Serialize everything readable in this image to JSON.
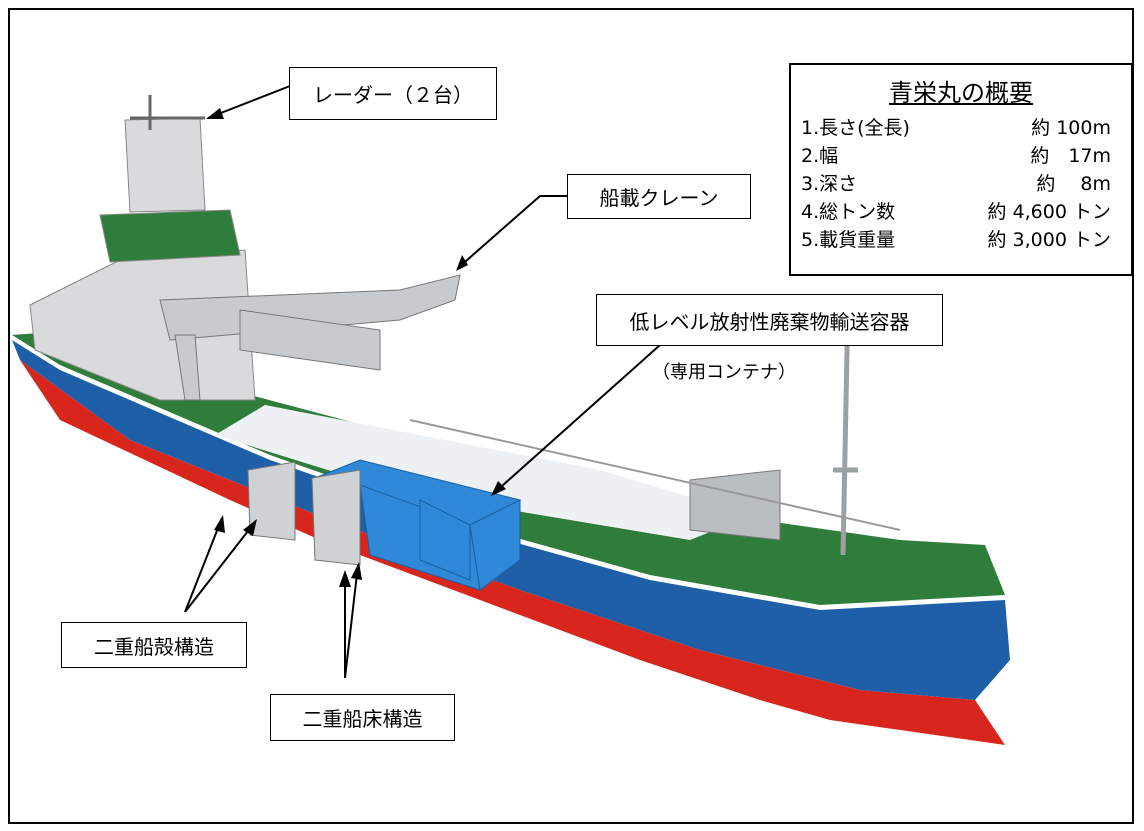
{
  "labels": {
    "radar": "レーダー（２台）",
    "crane": "船載クレーン",
    "container_main": "低レベル放射性廃棄物輸送容器",
    "container_sub": "（専用コンテナ）",
    "double_hull": "二重船殻構造",
    "double_bottom": "二重船床構造"
  },
  "spec": {
    "title": "青栄丸の概要",
    "rows": [
      {
        "label": "1.長さ(全長)",
        "value": "約 100m"
      },
      {
        "label": "2.幅",
        "value": "約　17m"
      },
      {
        "label": "3.深さ",
        "value": "約　 8m"
      },
      {
        "label": "4.総トン数",
        "value": "約 4,600 トン"
      },
      {
        "label": "5.載貨重量",
        "value": "約 3,000 トン"
      }
    ]
  },
  "colors": {
    "hull_red": "#d9261c",
    "hull_blue": "#1f5fa8",
    "deck_green": "#2e7d3a",
    "superstructure": "#d8dadc",
    "container_blue": "#2f88d8"
  }
}
